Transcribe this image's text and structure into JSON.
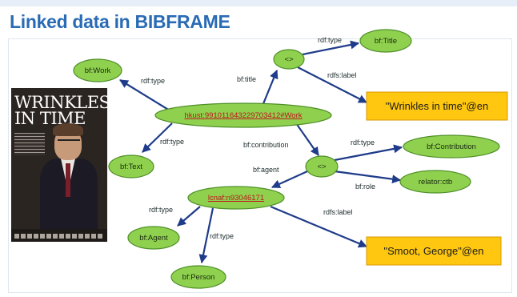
{
  "slide": {
    "title": "Linked data in BIBFRAME",
    "book_cover": {
      "title_line1": "WRINKLES",
      "title_line2": "IN TIME"
    }
  },
  "nodes": {
    "work": "hkust:991011643229703412#Work",
    "title_blank": "<>",
    "bf_title": "bf:Title",
    "bf_work": "bf:Work",
    "bf_text": "bf:Text",
    "contribution_blank": "<>",
    "bf_contribution": "bf:Contribution",
    "relator": "relator:ctb",
    "agent": "lcnaf:n93046171",
    "bf_agent": "bf:Agent",
    "bf_person": "bf:Person"
  },
  "literals": {
    "title_label": "\"Wrinkles in time\"@en",
    "agent_label": "\"Smoot, George\"@en"
  },
  "edge_labels": {
    "work_type1": "rdf:type",
    "work_type2": "rdf:type",
    "title": "bf:title",
    "title_type": "rdf:type",
    "title_label": "rdfs:label",
    "contribution": "bf:contribution",
    "contribution_type": "rdf:type",
    "role": "bf:role",
    "agent": "bf:agent",
    "agent_type1": "rdf:type",
    "agent_type2": "rdf:type",
    "agent_label": "rdfs:label"
  },
  "colors": {
    "title": "#2a6bb5",
    "node_fill": "#8fd14f",
    "literal_box": "#ffc70f",
    "edge": "#1f3c8a",
    "uri_text": "#c0141e"
  }
}
